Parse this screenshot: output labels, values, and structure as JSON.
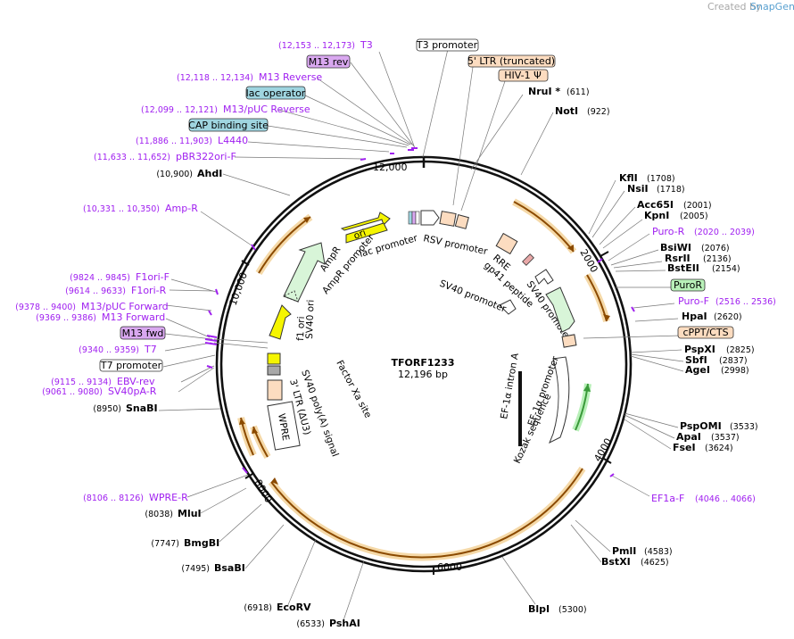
{
  "credit": {
    "created_by": "Created by",
    "brand": "SnapGene"
  },
  "plasmid": {
    "name": "TFORF1233",
    "length": "12,196 bp"
  },
  "ticks": [
    "12,000",
    "2000",
    "4000",
    "6000",
    "8000",
    "10,000"
  ],
  "enzymes_right": [
    {
      "name": "NruI *",
      "pos": "(611)"
    },
    {
      "name": "NotI",
      "pos": "(922)"
    },
    {
      "name": "KflI",
      "pos": "(1708)"
    },
    {
      "name": "NsiI",
      "pos": "(1718)"
    },
    {
      "name": "Acc65I",
      "pos": "(2001)"
    },
    {
      "name": "KpnI",
      "pos": "(2005)"
    },
    {
      "name": "BsiWI",
      "pos": "(2076)"
    },
    {
      "name": "RsrII",
      "pos": "(2136)"
    },
    {
      "name": "BstEII",
      "pos": "(2154)"
    },
    {
      "name": "HpaI",
      "pos": "(2620)"
    },
    {
      "name": "PspXI",
      "pos": "(2825)"
    },
    {
      "name": "SbfI",
      "pos": "(2837)"
    },
    {
      "name": "AgeI",
      "pos": "(2998)"
    },
    {
      "name": "PspOMI",
      "pos": "(3533)"
    },
    {
      "name": "ApaI",
      "pos": "(3537)"
    },
    {
      "name": "FseI",
      "pos": "(3624)"
    },
    {
      "name": "PmlI",
      "pos": "(4583)"
    },
    {
      "name": "BstXI",
      "pos": "(4625)"
    },
    {
      "name": "BlpI",
      "pos": "(5300)"
    }
  ],
  "enzymes_left": [
    {
      "name": "AhdI",
      "pos": "(10,900)"
    },
    {
      "name": "SnaBI",
      "pos": "(8950)"
    },
    {
      "name": "MluI",
      "pos": "(8038)"
    },
    {
      "name": "BmgBI",
      "pos": "(7747)"
    },
    {
      "name": "BsaBI",
      "pos": "(7495)"
    },
    {
      "name": "EcoRV",
      "pos": "(6918)"
    },
    {
      "name": "PshAI",
      "pos": "(6533)"
    }
  ],
  "primers": [
    {
      "name": "T3",
      "range": "(12,153 .. 12,173)"
    },
    {
      "name": "M13 Reverse",
      "range": "(12,118 .. 12,134)"
    },
    {
      "name": "M13/pUC Reverse",
      "range": "(12,099 .. 12,121)"
    },
    {
      "name": "L4440",
      "range": "(11,886 .. 11,903)"
    },
    {
      "name": "pBR322ori-F",
      "range": "(11,633 .. 11,652)"
    },
    {
      "name": "Amp-R",
      "range": "(10,331 .. 10,350)"
    },
    {
      "name": "F1ori-F",
      "range": "(9824 .. 9845)"
    },
    {
      "name": "F1ori-R",
      "range": "(9614 .. 9633)"
    },
    {
      "name": "M13/pUC Forward",
      "range": "(9378 .. 9400)"
    },
    {
      "name": "M13 Forward",
      "range": "(9369 .. 9386)"
    },
    {
      "name": "T7",
      "range": "(9340 .. 9359)"
    },
    {
      "name": "EBV-rev",
      "range": "(9115 .. 9134)"
    },
    {
      "name": "SV40pA-R",
      "range": "(9061 .. 9080)"
    },
    {
      "name": "WPRE-R",
      "range": "(8106 .. 8126)"
    },
    {
      "name": "Puro-R",
      "range": "(2020 .. 2039)"
    },
    {
      "name": "Puro-F",
      "range": "(2516 .. 2536)"
    },
    {
      "name": "EF1a-F",
      "range": "(4046 .. 4066)"
    }
  ],
  "boxed_labels": {
    "m13_rev": "M13 rev",
    "lac_operator": "lac operator",
    "cap_binding_site": "CAP binding site",
    "m13_fwd": "M13 fwd",
    "t7_promoter": "T7 promoter",
    "t3_promoter": "T3 promoter",
    "ltr_5": "5' LTR (truncated)",
    "hiv_psi": "HIV-1 Ψ",
    "puror": "PuroR",
    "cppt": "cPPT/CTS"
  },
  "inner_features": {
    "ori": "ori",
    "lac_promoter": "lac promoter",
    "rsv_promoter": "RSV promoter",
    "ampr": "AmpR",
    "ampr_promoter": "AmpR promoter",
    "rre": "RRE",
    "gp41": "gp41 peptide",
    "sv40_promoter_1": "SV40 promoter",
    "sv40_promoter_2": "SV40 promoter",
    "f1_ori": "f1 ori",
    "sv40_ori": "SV40 ori",
    "sv40_polya": "SV40 poly(A) signal",
    "ltr_3": "3' LTR (ΔU3)",
    "wpre": "WPRE",
    "factor_xa": "Factor Xa site",
    "ef1a_intron": "EF-1α intron A",
    "ef1a_promoter": "EF-1α promoter",
    "kozak": "Kozak sequence"
  },
  "colors": {
    "primer": "#a020f0",
    "ring": "#111111",
    "orange_arrow": "#8b4a00",
    "orange_halo": "#f5d9a8",
    "ori_yellow": "#f5f500",
    "ampr_green": "#d8f5d8",
    "puror_green": "#b8f0b8",
    "ltr_peach": "#fcdcc0",
    "t_box_purple": "#d9a8f0",
    "t_box_teal": "#9fd5e0",
    "brand_blue": "#58a0d0"
  }
}
